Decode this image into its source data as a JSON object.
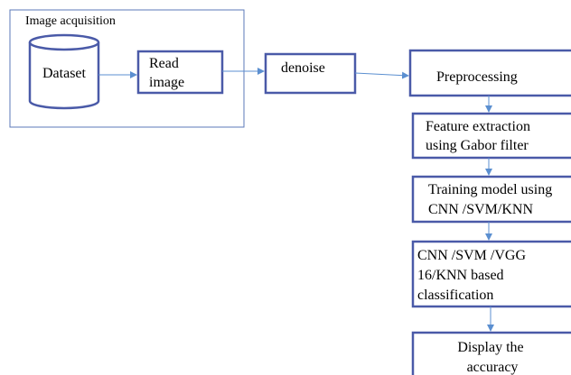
{
  "group": {
    "label": "Image acquisition"
  },
  "nodes": {
    "dataset": "Dataset",
    "read_image": [
      "Read",
      "image"
    ],
    "denoise": "denoise",
    "preprocessing": "Preprocessing",
    "feature_extraction": [
      "Feature extraction",
      "using Gabor filter"
    ],
    "training": [
      "Training model using",
      "CNN /SVM/KNN"
    ],
    "classification": [
      "CNN /SVM /VGG",
      "16/KNN based",
      "classification"
    ],
    "display": [
      "Display the",
      "accuracy"
    ]
  },
  "colors": {
    "box_border": "#4a5aa8",
    "group_border": "#5b78b8",
    "arrow": "#5b8fd0",
    "text": "#000000",
    "background": "#ffffff"
  }
}
